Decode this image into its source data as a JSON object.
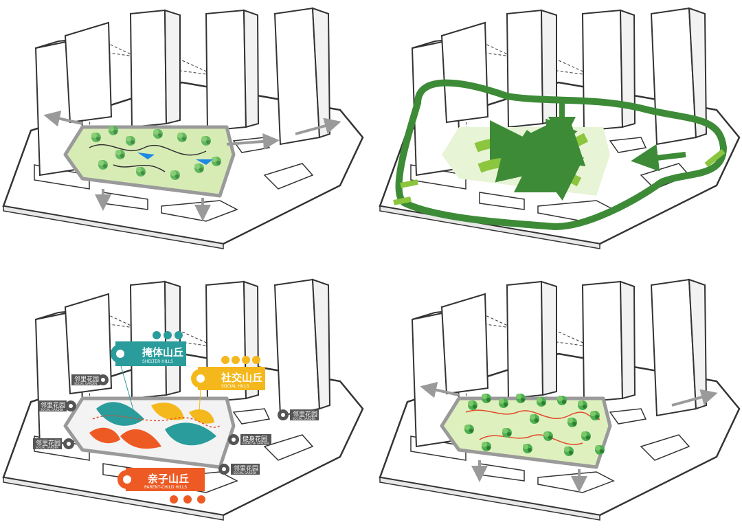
{
  "labels": {
    "shelter": {
      "title": "掩体山丘",
      "subtitle": "SHELTER HILLS",
      "color": "#2a9c9c"
    },
    "social": {
      "title": "社交山丘",
      "subtitle": "SOCIAL HILLS",
      "color": "#f5b81c"
    },
    "parent": {
      "title": "亲子山丘",
      "subtitle": "PARENT-CHILD HILLS",
      "color": "#ee5a24"
    },
    "nb_title": "邻里花园",
    "nb_sub": "SOCIAL GARDEN",
    "ex_title": "健身花园",
    "ex_sub": "EXERCISE GARDEN"
  },
  "colors": {
    "outline": "#333333",
    "path_grey": "#9a9a9a",
    "green_light": "#c8e6a0",
    "green_mid": "#8cc63f",
    "green_dark": "#3d8b37",
    "red_path": "#e04a2a",
    "tree": "#4caf50"
  }
}
